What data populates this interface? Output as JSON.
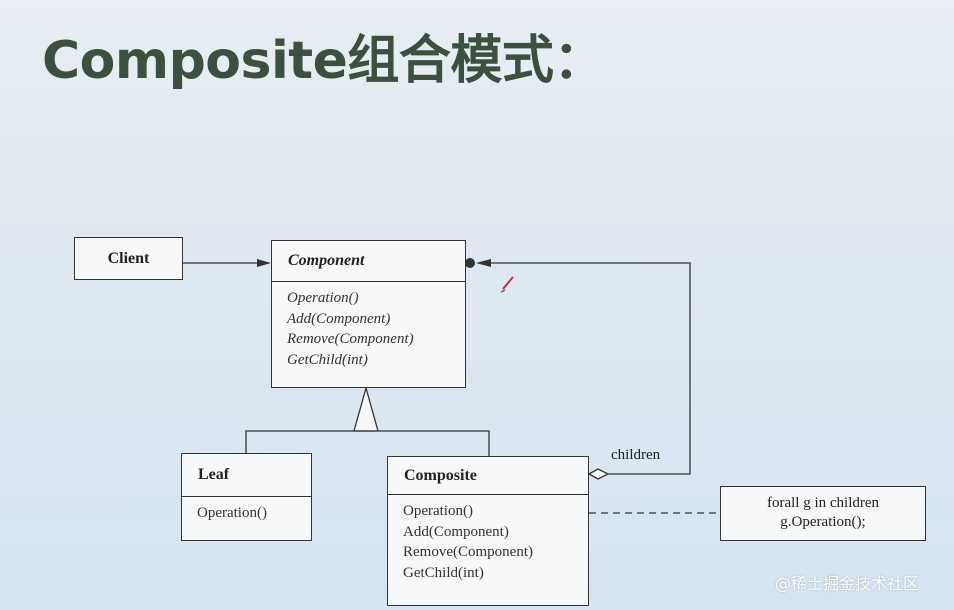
{
  "title": "Composite组合模式：",
  "client": {
    "label": "Client"
  },
  "component": {
    "name": "Component",
    "operations": [
      "Operation()",
      "Add(Component)",
      "Remove(Component)",
      "GetChild(int)"
    ]
  },
  "leaf": {
    "name": "Leaf",
    "operations": [
      "Operation()"
    ]
  },
  "composite": {
    "name": "Composite",
    "operations": [
      "Operation()",
      "Add(Component)",
      "Remove(Component)",
      "GetChild(int)"
    ]
  },
  "association_label": "children",
  "note": {
    "lines": [
      "forall g in children",
      "g.Operation();"
    ]
  },
  "watermark": "@稀土掘金技术社区"
}
